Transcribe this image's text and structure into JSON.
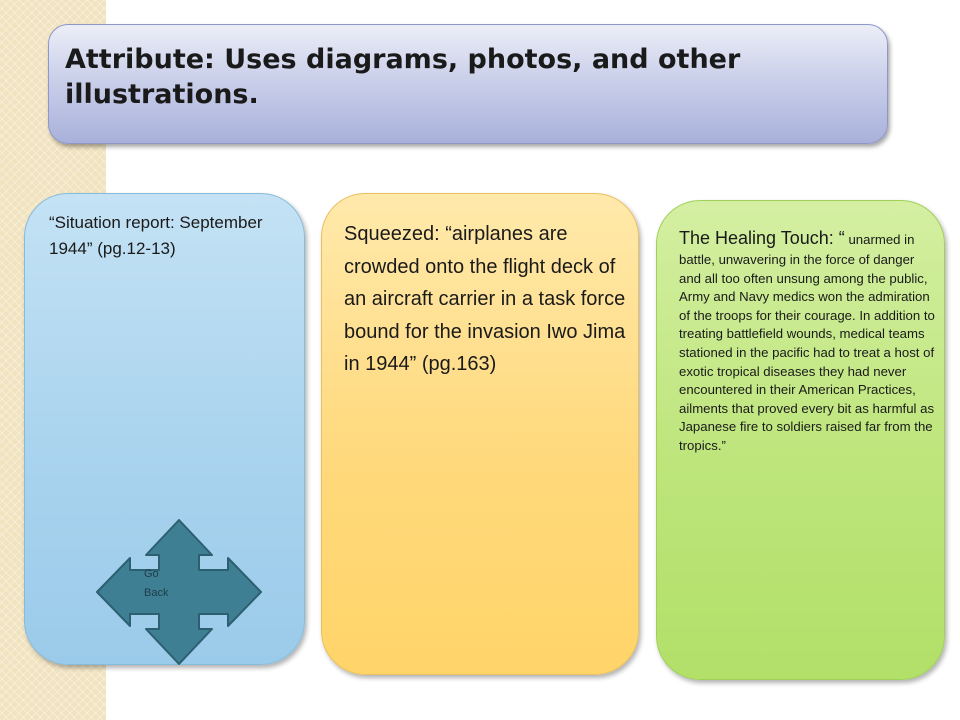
{
  "title": "Attribute: Uses diagrams, photos, and other illustrations.",
  "cards": {
    "blue": {
      "text": "“Situation report: September 1944” (pg.12-13)"
    },
    "yellow": {
      "text": "Squeezed: “airplanes are crowded onto the flight deck of an aircraft carrier in a task force bound for the invasion Iwo Jima in 1944” (pg.163)"
    },
    "green": {
      "heading": "The Healing Touch: “",
      "text": "unarmed in battle, unwavering in the force of danger and all too often unsung among the public, Army and Navy medics won the admiration of the troops for their courage. In addition to treating battlefield wounds, medical teams stationed in the pacific had to treat a host of exotic tropical diseases they had never encountered in their American Practices, ailments that proved every bit as harmful as Japanese fire to soldiers raised far from the tropics.”"
    }
  },
  "nav": {
    "label": "Go Back",
    "icon": "four-way-arrow-icon"
  },
  "colors": {
    "title_box": "#a9b1db",
    "card_blue": "#a9d3ee",
    "card_yellow": "#ffd97c",
    "card_green": "#bde57b",
    "nav_arrow_fill": "#3f7f94",
    "nav_arrow_stroke": "#2c5f70"
  }
}
